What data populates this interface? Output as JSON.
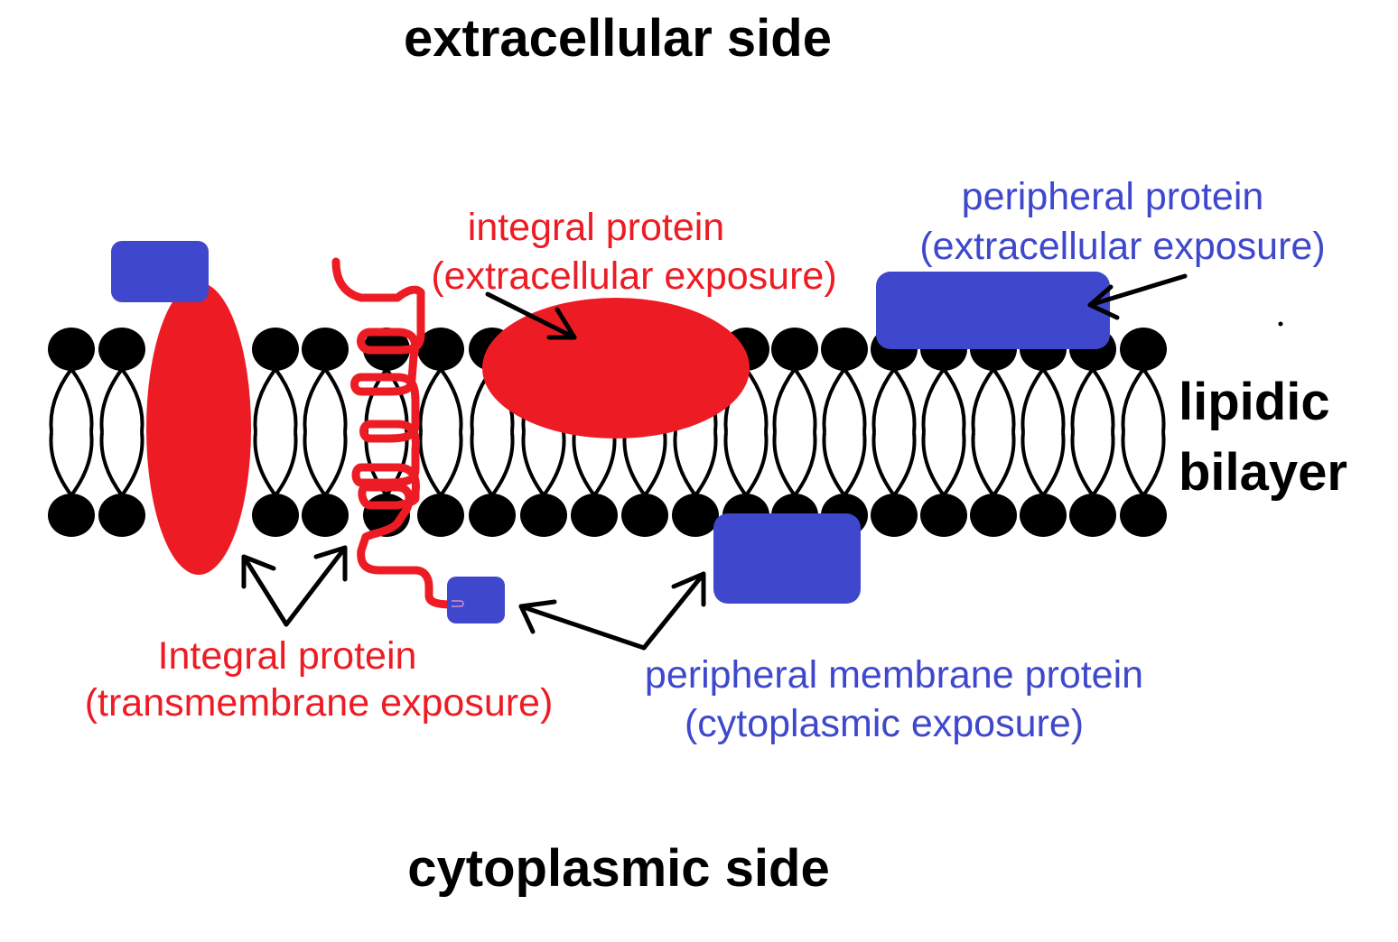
{
  "diagram": {
    "title_top": "extracellular side",
    "title_bottom": "cytoplasmic side",
    "bilayer_label": [
      "lipidic",
      "bilayer"
    ],
    "colors": {
      "integral": "#ed1c24",
      "peripheral": "#3f48cc",
      "lipid": "#000000",
      "background": "#ffffff"
    },
    "labels": {
      "integral_extracellular": [
        "integral protein",
        "(extracellular exposure)"
      ],
      "peripheral_extracellular": [
        "peripheral protein",
        "(extracellular exposure)"
      ],
      "integral_transmembrane": [
        "Integral protein",
        "(transmembrane exposure)"
      ],
      "peripheral_cytoplasmic": [
        "peripheral membrane protein",
        "(cytoplasmic exposure)"
      ]
    },
    "components": [
      {
        "id": "transmembrane-ellipse",
        "type": "integral protein",
        "exposure": "transmembrane"
      },
      {
        "id": "transmembrane-helix",
        "type": "integral protein",
        "exposure": "transmembrane"
      },
      {
        "id": "extracellular-ellipse",
        "type": "integral protein",
        "exposure": "extracellular"
      },
      {
        "id": "top-left-box",
        "type": "peripheral protein",
        "exposure": "extracellular"
      },
      {
        "id": "top-right-box",
        "type": "peripheral protein",
        "exposure": "extracellular"
      },
      {
        "id": "small-cyto-box",
        "type": "peripheral protein",
        "exposure": "cytoplasmic"
      },
      {
        "id": "large-cyto-box",
        "type": "peripheral protein",
        "exposure": "cytoplasmic"
      }
    ]
  }
}
